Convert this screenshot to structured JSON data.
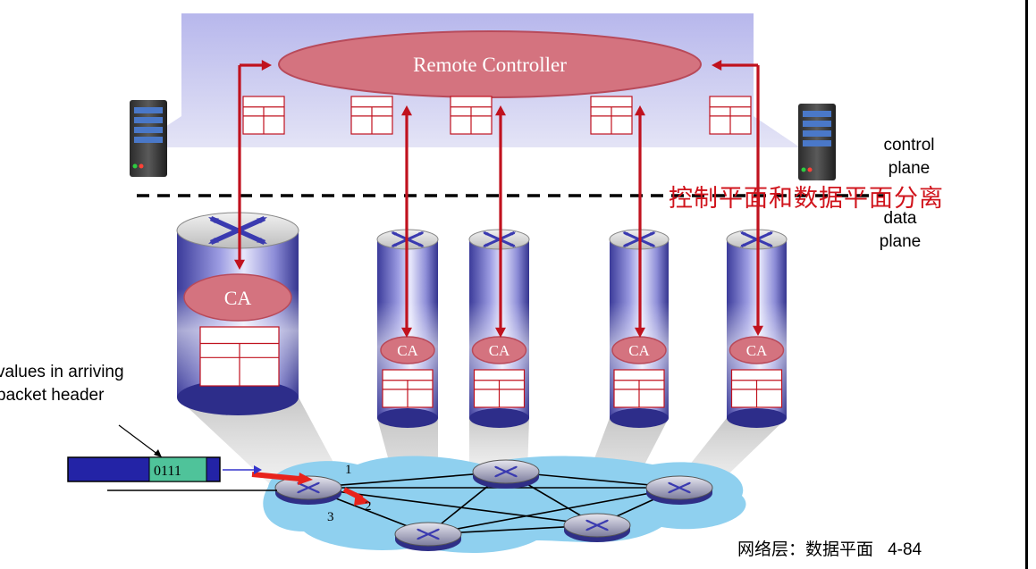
{
  "controller": {
    "label": "Remote Controller"
  },
  "agent_label": "CA",
  "plane_labels": {
    "control_line1": "control",
    "control_line2": "plane",
    "data_line1": "data",
    "data_line2": "plane"
  },
  "overlay_text": "控制平面和数据平面分离",
  "packet": {
    "note_line1": "values in arriving",
    "note_line2": "packet header",
    "header_value": "0111"
  },
  "link_numbers": [
    "1",
    "2",
    "3"
  ],
  "footer": {
    "section": "网络层：数据平面",
    "page": "4-84"
  },
  "colors": {
    "controller_fill": "#d4737f",
    "arrow": "#c0121e",
    "network": "#8fd0ef",
    "control_panel": "#c9c9ef",
    "overlay_text": "#d0141c"
  }
}
